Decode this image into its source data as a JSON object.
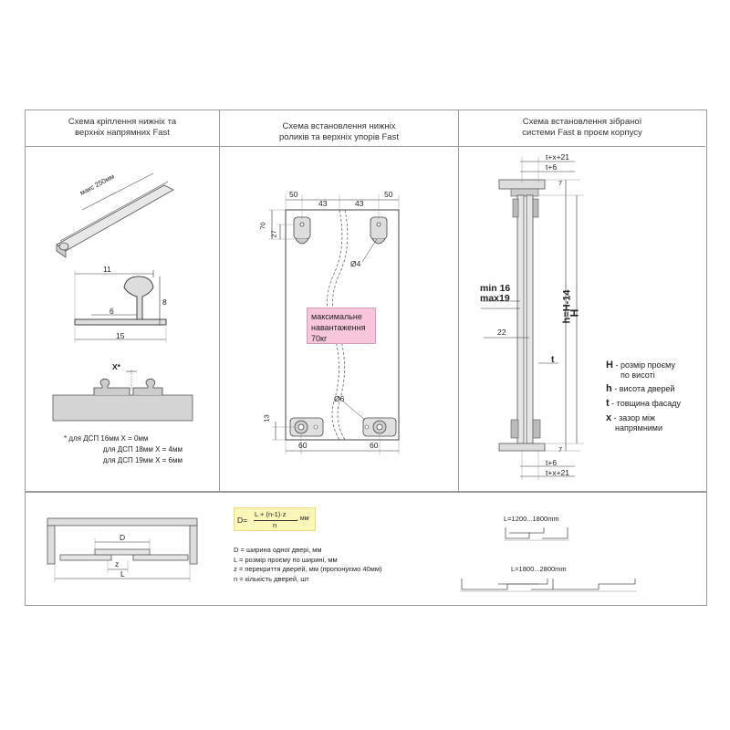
{
  "panels": {
    "left": {
      "title_line1": "Схема кріплення нижніх та",
      "title_line2": "верхніх напрямних Fast",
      "rail_label": "макс 250мм",
      "dim_11": "11",
      "dim_6": "6",
      "dim_8": "8",
      "dim_15": "15",
      "gap_label": "X*",
      "notes": [
        "*  для ДСП 16мм X = 0мм",
        "для ДСП 18мм X = 4мм",
        "для ДСП 19мм X = 6мм"
      ]
    },
    "middle": {
      "title_line1": "Схема встановлення нижніх",
      "title_line2": "роликів та верхніх упорів Fast",
      "dim_50_left": "50",
      "dim_43_left": "43",
      "dim_43_right": "43",
      "dim_50_right": "50",
      "dim_70": "70",
      "dim_27": "27",
      "hole_top": "Ø4",
      "load_line1": "максимальне",
      "load_line2": "навантаження",
      "load_line3": "70кг",
      "hole_bottom": "Ø6",
      "dim_13": "13",
      "dim_60_left": "60",
      "dim_60_right": "60"
    },
    "right": {
      "title_line1": "Схема встановлення зібраної",
      "title_line2": "системи Fast в проєм корпусу",
      "top_dim1": "t+x+21",
      "top_dim2": "t+6",
      "dim_7_top": "7",
      "min_label": "min 16",
      "max_label": "max19",
      "h_label": "h=H-14",
      "H_label": "H",
      "dim_22": "22",
      "t_label": "t",
      "dim_7_bottom": "7",
      "bottom_dim1": "t+6",
      "bottom_dim2": "t+x+21",
      "legend": [
        {
          "sym": "H",
          "text": " - розмір проєму",
          "text2": "по висоті"
        },
        {
          "sym": "h",
          "text": " - висота дверей",
          "text2": ""
        },
        {
          "sym": "t",
          "text": " - товщина фасаду",
          "text2": ""
        },
        {
          "sym": "x",
          "text": " - зазор між",
          "text2": "напрямними"
        }
      ]
    }
  },
  "bottom": {
    "dim_D": "D",
    "dim_z": "z",
    "dim_L": "L",
    "formula_lhs": "D=",
    "formula_num": "L + (n-1)·z",
    "formula_den": "n",
    "formula_unit": ", мм",
    "defs": [
      "D = ширина одної двері, мм",
      "L = розмір проєму по ширині, мм",
      "z = перекриття дверей, мм (пропонуємо 40мм)",
      "n = кількість дверей, шт"
    ],
    "range1": "L=1200...1800mm",
    "range2": "L=1800...2800mm"
  }
}
